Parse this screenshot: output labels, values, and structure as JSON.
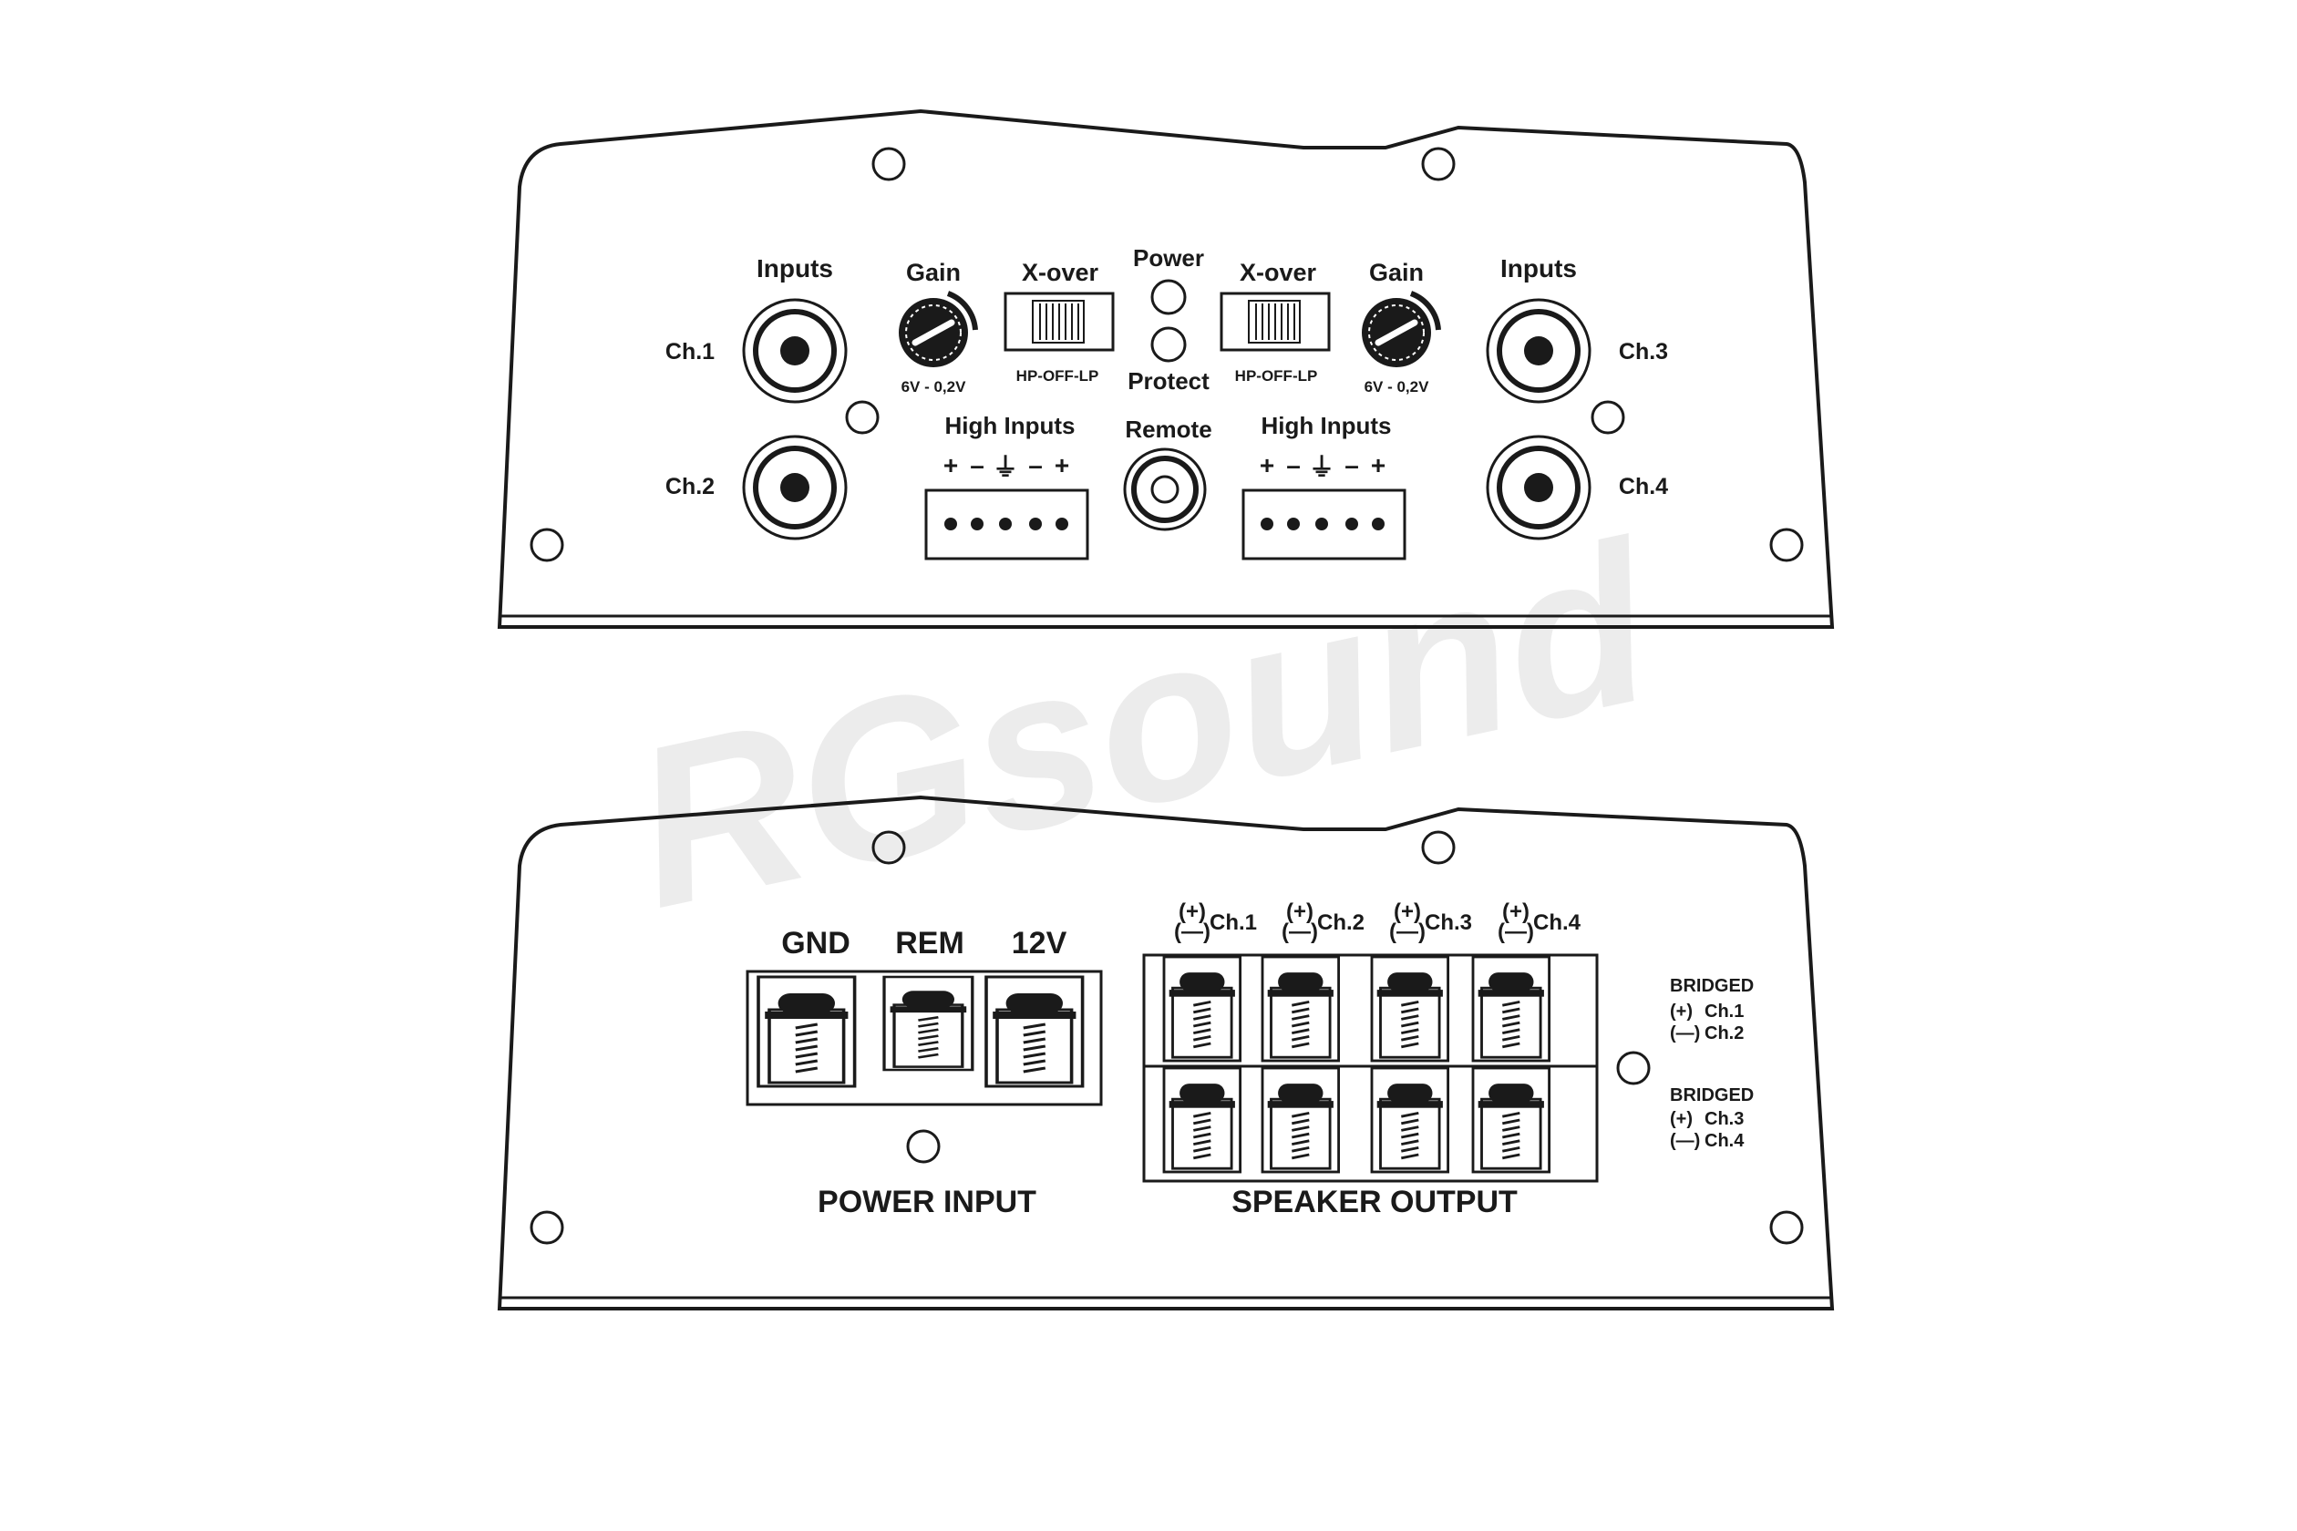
{
  "watermark": "RGsound",
  "top_panel": {
    "inputs_left": "Inputs",
    "inputs_right": "Inputs",
    "ch1": "Ch.1",
    "ch2": "Ch.2",
    "ch3": "Ch.3",
    "ch4": "Ch.4",
    "gain_left": "Gain",
    "gain_right": "Gain",
    "gain_range_left": "6V - 0,2V",
    "gain_range_right": "6V - 0,2V",
    "xover_left": "X-over",
    "xover_right": "X-over",
    "xover_modes_left": "HP-OFF-LP",
    "xover_modes_right": "HP-OFF-LP",
    "power": "Power",
    "protect": "Protect",
    "remote": "Remote",
    "high_inputs_left": "High Inputs",
    "high_inputs_right": "High Inputs",
    "high_inputs_pins": [
      "+",
      "–",
      "⏚",
      "–",
      "+"
    ]
  },
  "bottom_panel": {
    "gnd": "GND",
    "rem": "REM",
    "v12": "12V",
    "power_input": "POWER INPUT",
    "speaker_output": "SPEAKER OUTPUT",
    "speaker_channels": [
      "Ch.1",
      "Ch.2",
      "Ch.3",
      "Ch.4"
    ],
    "bridged_1": {
      "title": "BRIDGED",
      "plus_symbol": "(+)",
      "minus_symbol": "(—)",
      "plus_channel": "Ch.1",
      "minus_channel": "Ch.2"
    },
    "bridged_2": {
      "title": "BRIDGED",
      "plus_symbol": "(+)",
      "minus_symbol": "(—)",
      "plus_channel": "Ch.3",
      "minus_channel": "Ch.4"
    }
  }
}
